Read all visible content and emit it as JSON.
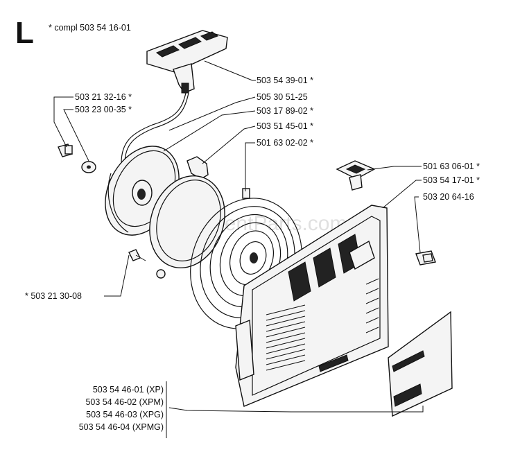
{
  "section_letter": "L",
  "header_label": "* compl 503 54 16-01",
  "watermark": "eReplacementParts.com",
  "callouts": {
    "handle": "503 54 39-01 *",
    "rope": "505 30 51-25",
    "pulley": "503 17 89-02 *",
    "pawl": "503 51 45-01 *",
    "spring": "501 63 02-02 *",
    "screw_top": "503 21 32-16 *",
    "washer": "503 23 00-35 *",
    "rope_guide": "501 63 06-01 *",
    "cover_assy": "503 54 17-01 *",
    "cover_screw": "503 20 64-16",
    "screw_left": "* 503 21 30-08"
  },
  "decal_variants": [
    "503 54 46-01 (XP)",
    "503 54 46-02 (XPM)",
    "503 54 46-03 (XPG)",
    "503 54 46-04 (XPMG)"
  ]
}
